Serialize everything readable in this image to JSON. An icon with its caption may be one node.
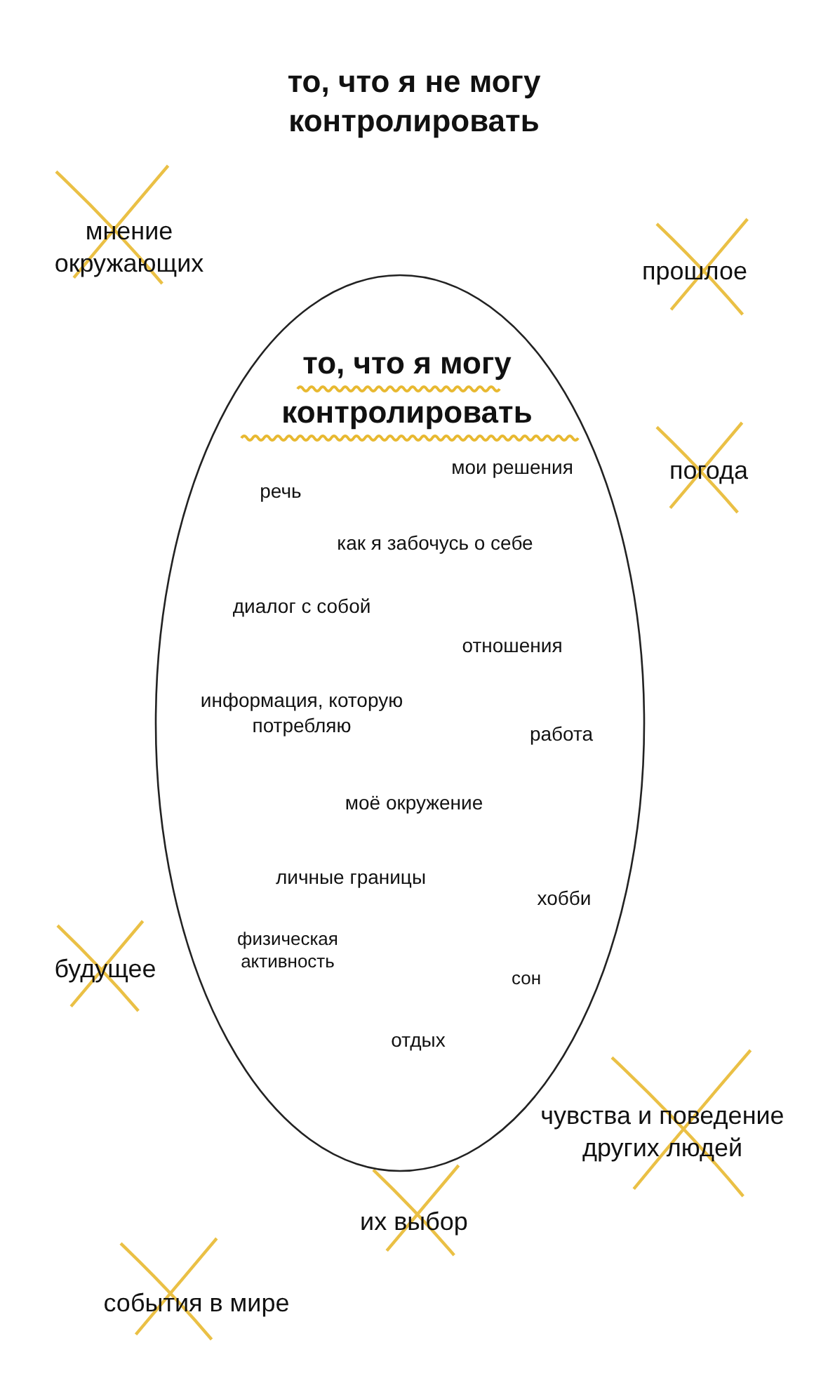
{
  "diagram": {
    "title": "то, что я не могу контролировать",
    "nodes": [
      {
        "text": [
          "то, что я могу контролировать",
          "мои решения",
          "речь",
          "как я забочусь о себе",
          "диалог с собой",
          "отношения",
          "информация, которую потребляю",
          "работа",
          "моё окружение",
          "личные границы",
          "хобби",
          "физическая активность",
          "сон",
          "отдых"
        ]
      }
    ],
    "labels": [
      "мнение окружающих",
      "прошлое",
      "погода",
      "будущее",
      "чувства и поведение других людей",
      "их выбор",
      "события в мире"
    ]
  }
}
